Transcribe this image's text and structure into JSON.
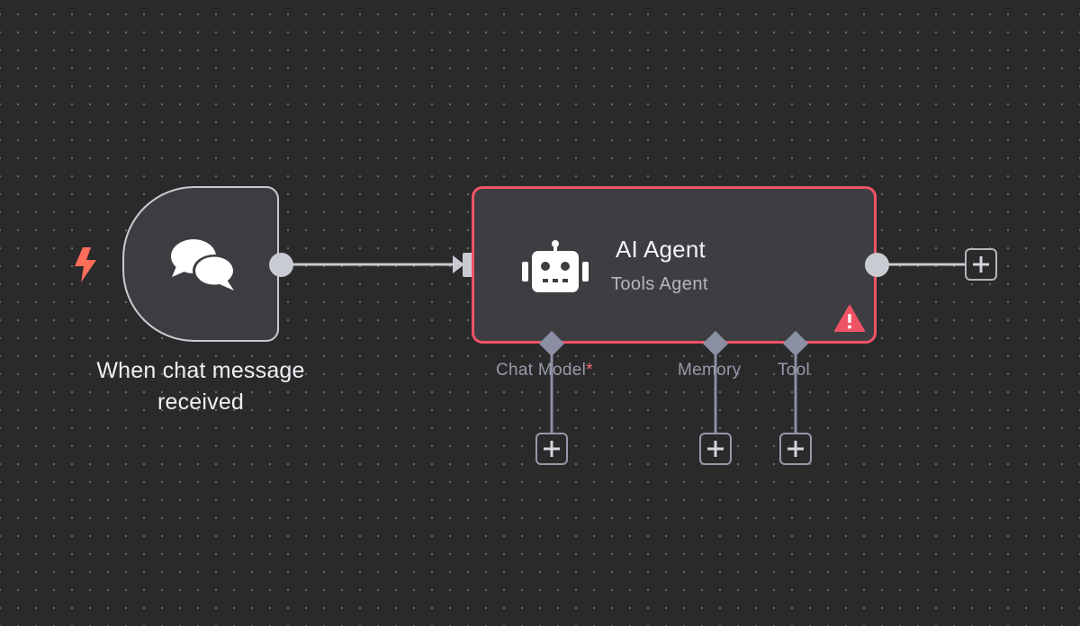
{
  "canvas": {
    "background": "#2a2a2b",
    "dot_color": "#6b6b70"
  },
  "trigger_node": {
    "icon": "chat-bubbles-icon",
    "trigger_icon": "lightning-bolt-icon",
    "label_line1": "When chat message",
    "label_line2": "received",
    "accent": "#ff6d5a"
  },
  "agent_node": {
    "icon": "robot-icon",
    "title": "AI Agent",
    "subtitle": "Tools Agent",
    "border_color": "#ef5366",
    "status_icon": "warning-icon",
    "sub_ports": [
      {
        "label": "Chat Model",
        "required_marker": "*"
      },
      {
        "label": "Memory",
        "required_marker": ""
      },
      {
        "label": "Tool",
        "required_marker": ""
      }
    ]
  },
  "colors": {
    "connection": "#c9cbd2",
    "sub_connection": "#8b8fa3",
    "warning": "#ef5366"
  }
}
